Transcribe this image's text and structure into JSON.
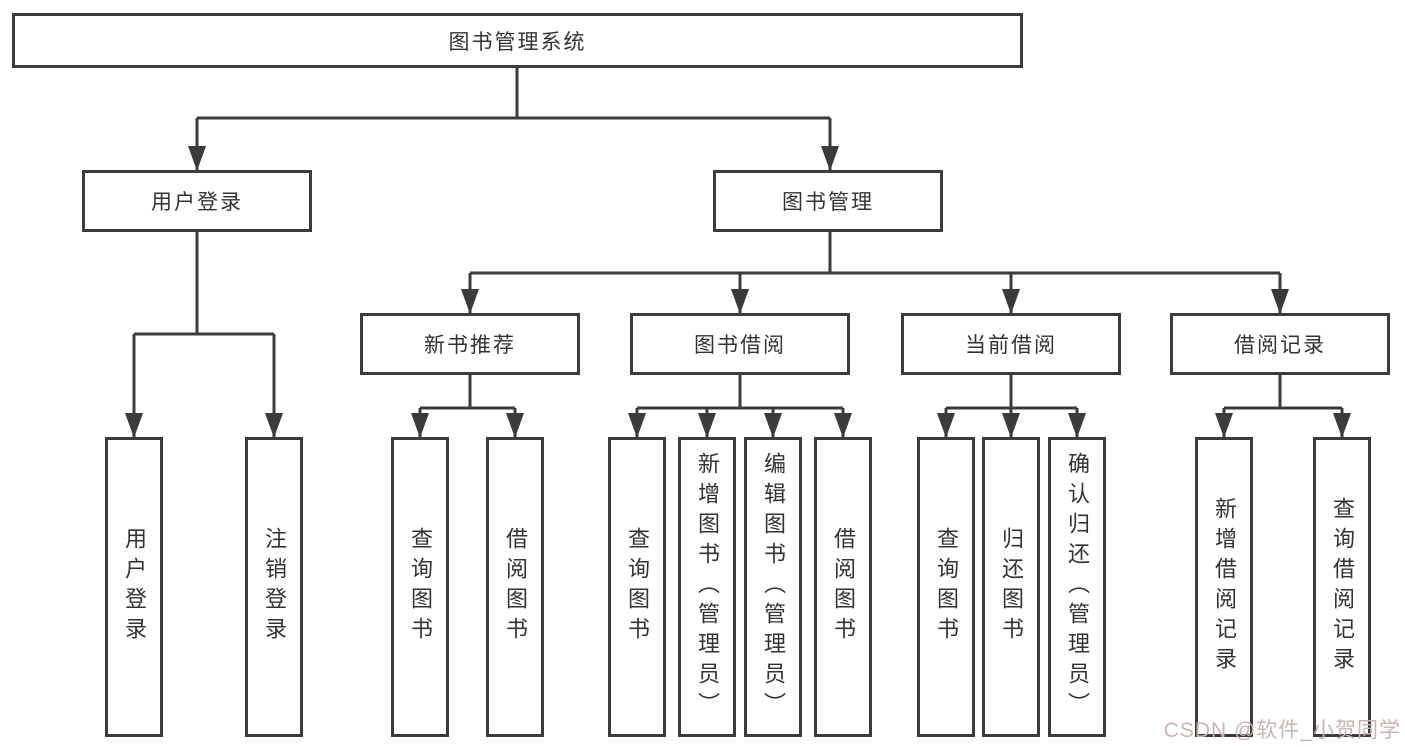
{
  "diagram": {
    "title": "图书管理系统",
    "nodes": {
      "root": {
        "label": "图书管理系统"
      },
      "user_login": {
        "label": "用户登录"
      },
      "book_mgmt": {
        "label": "图书管理"
      },
      "new_books": {
        "label": "新书推荐"
      },
      "book_borrow": {
        "label": "图书借阅"
      },
      "current_borrow": {
        "label": "当前借阅"
      },
      "borrow_records": {
        "label": "借阅记录"
      },
      "leaf_user_login": {
        "label": "用户登录"
      },
      "leaf_logout": {
        "label": "注销登录"
      },
      "leaf_nb_search": {
        "label": "查询图书"
      },
      "leaf_nb_borrow": {
        "label": "借阅图书"
      },
      "leaf_bb_search": {
        "label": "查询图书"
      },
      "leaf_bb_add": {
        "label": "新增图书（管理员）"
      },
      "leaf_bb_edit": {
        "label": "编辑图书（管理员）"
      },
      "leaf_bb_borrow": {
        "label": "借阅图书"
      },
      "leaf_cb_search": {
        "label": "查询图书"
      },
      "leaf_cb_return": {
        "label": "归还图书"
      },
      "leaf_cb_confirm": {
        "label": "确认归还（管理员）"
      },
      "leaf_br_add": {
        "label": "新增借阅记录"
      },
      "leaf_br_search": {
        "label": "查询借阅记录"
      }
    },
    "watermark": "CSDN @软件_小贺同学",
    "colors": {
      "line": "#3b3b3b",
      "text": "#333333",
      "background": "#ffffff",
      "watermark": "#c9b4b4"
    }
  }
}
